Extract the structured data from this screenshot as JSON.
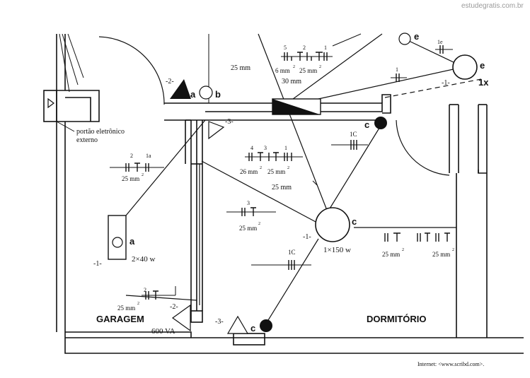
{
  "watermark": "estudegratis.com.br",
  "source": "Internet: <www.scribd.com>.",
  "rooms": {
    "garage": "GARAGEM",
    "bedroom": "DORMITÓRIO"
  },
  "gate_label": {
    "line1": "portão eletrônico",
    "line2": "externo"
  },
  "loads": {
    "garage_lamp": "2×40 w",
    "bedroom_lamp": "1×150 w",
    "garage_socket": "600 VA"
  },
  "point_letters": {
    "a": "a",
    "b": "b",
    "c": "c",
    "e": "e",
    "one_x": "1x"
  },
  "circuits": {
    "c1": "-1-",
    "c2": "-2-",
    "c3": "-3-"
  },
  "conduit": {
    "top_left": {
      "numbers": [
        "5",
        "2",
        "1"
      ],
      "labels": [
        "6 mm",
        "25 mm"
      ],
      "left": "25 mm",
      "below": "30 mm"
    },
    "top_right": {
      "number": "1"
    },
    "lamp_e": {
      "number": "1e"
    },
    "c_1c_upper": {
      "number": "1C"
    },
    "mid_426": {
      "numbers": [
        "4",
        "3",
        "1"
      ],
      "labels": [
        "26 mm",
        "25 mm"
      ]
    },
    "mid_25mm": "25 mm",
    "garage_top": {
      "numbers": [
        "2",
        "1a"
      ],
      "label": "25 mm"
    },
    "mid_3": {
      "number": "3",
      "label": "25 mm"
    },
    "c_1c_lower": {
      "number": "1C"
    },
    "right_run": {
      "labels": [
        "25 mm",
        "25 mm"
      ]
    },
    "garage_bottom": {
      "number": "2",
      "label": "25 mm"
    },
    "superscript": "2"
  }
}
